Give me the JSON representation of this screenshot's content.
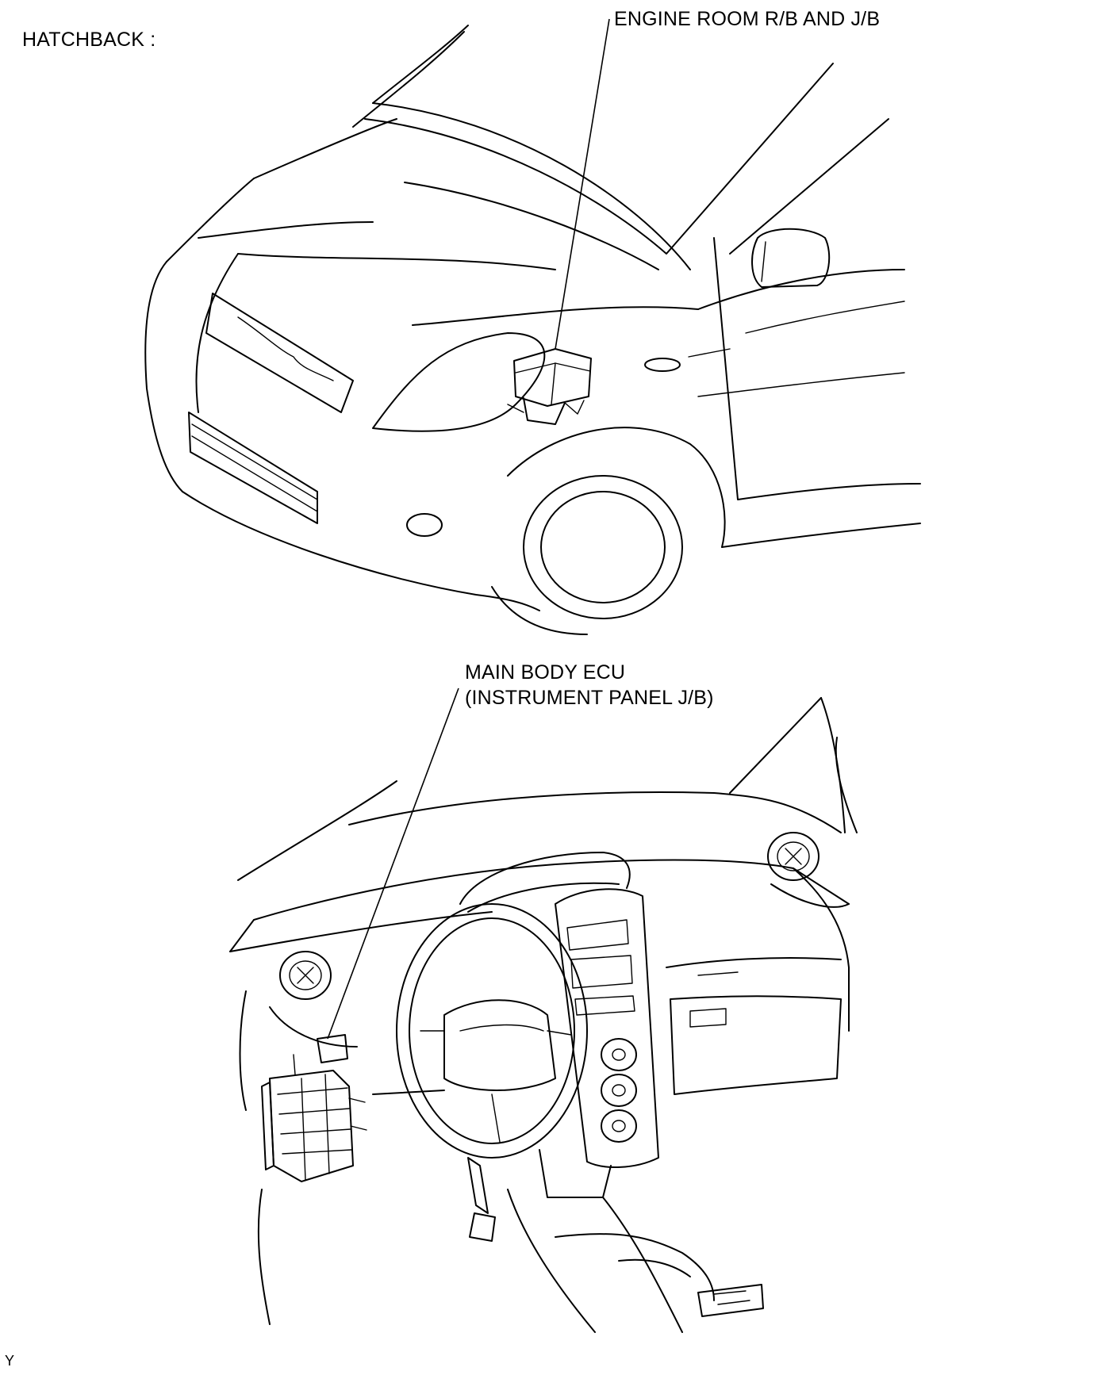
{
  "labels": {
    "section": "HATCHBACK :",
    "engine_room": "ENGINE ROOM R/B AND J/B",
    "main_body_ecu_line1": "MAIN BODY ECU",
    "main_body_ecu_line2": "(INSTRUMENT PANEL J/B)",
    "figure_code": "Y"
  }
}
